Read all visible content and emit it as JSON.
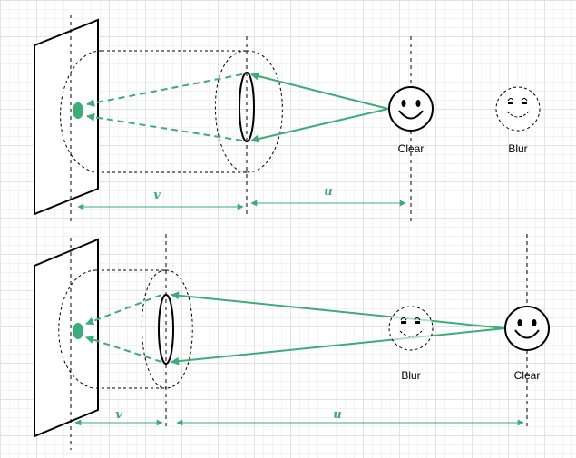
{
  "diagram": {
    "top": {
      "distance_image_label": "v",
      "distance_object_label": "u",
      "object_label": "Clear",
      "ghost_label": "Blur"
    },
    "bottom": {
      "distance_image_label": "v",
      "distance_object_label": "u",
      "object_label": "Clear",
      "ghost_label": "Blur"
    },
    "colors": {
      "ray": "#3dac78",
      "outline": "#000000",
      "background": "#ffffff"
    }
  }
}
